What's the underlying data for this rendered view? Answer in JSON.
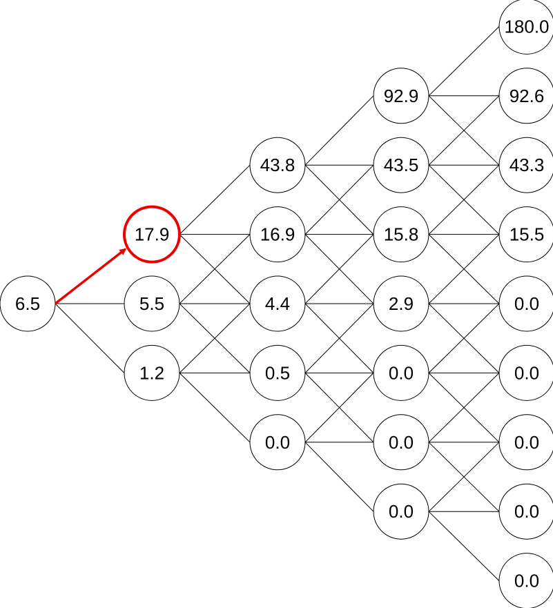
{
  "tree": {
    "columns": [
      [
        "6.5"
      ],
      [
        "17.9",
        "5.5",
        "1.2"
      ],
      [
        "43.8",
        "16.9",
        "4.4",
        "0.5",
        "0.0"
      ],
      [
        "92.9",
        "43.5",
        "15.8",
        "2.9",
        "0.0",
        "0.0",
        "0.0"
      ],
      [
        "180.0",
        "92.6",
        "43.3",
        "15.5",
        "0.0",
        "0.0",
        "0.0",
        "0.0",
        "0.0"
      ]
    ],
    "highlight": {
      "from": [
        0,
        0
      ],
      "to": [
        1,
        0
      ]
    },
    "colors": {
      "highlight": "#ee0000",
      "edge": "#000000",
      "node_fill": "#ffffff"
    }
  }
}
